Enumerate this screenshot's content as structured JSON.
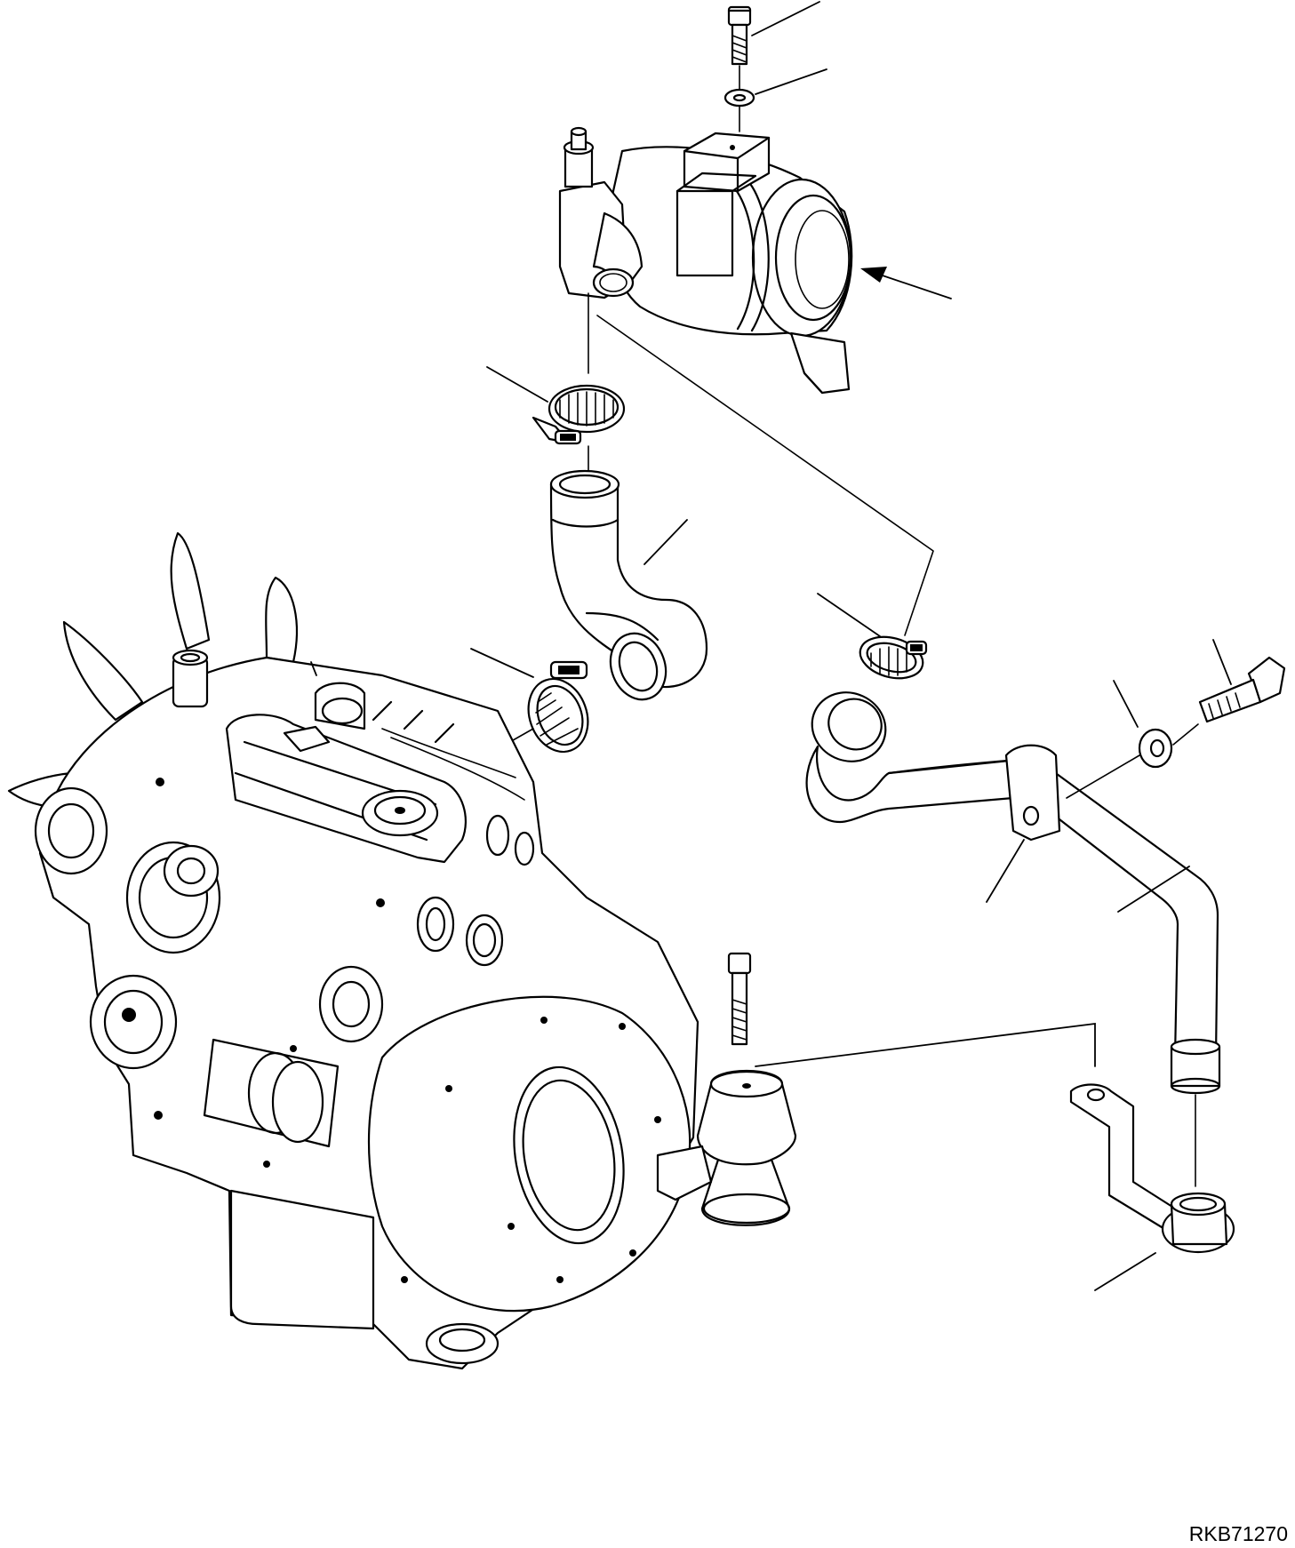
{
  "drawing": {
    "code": "RKB71270"
  },
  "parts": [
    {
      "id": "air-cleaner",
      "icon": "air-cleaner-icon"
    },
    {
      "id": "mounting-bolt-top",
      "icon": "bolt-icon"
    },
    {
      "id": "washer-top",
      "icon": "washer-icon"
    },
    {
      "id": "hose-clamp-upper",
      "icon": "hose-clamp-icon"
    },
    {
      "id": "elbow-hose",
      "icon": "elbow-hose-icon"
    },
    {
      "id": "hose-clamp-lower",
      "icon": "hose-clamp-icon"
    },
    {
      "id": "engine",
      "icon": "engine-icon"
    },
    {
      "id": "hose-clamp-right",
      "icon": "hose-clamp-icon"
    },
    {
      "id": "intake-pipe",
      "icon": "pipe-icon"
    },
    {
      "id": "pipe-bracket-bolt",
      "icon": "bolt-icon"
    },
    {
      "id": "pipe-bracket-washer",
      "icon": "washer-icon"
    },
    {
      "id": "mount-bolt",
      "icon": "bolt-icon"
    },
    {
      "id": "rubber-mount",
      "icon": "rubber-mount-icon"
    },
    {
      "id": "mounting-bracket",
      "icon": "bracket-icon"
    }
  ]
}
